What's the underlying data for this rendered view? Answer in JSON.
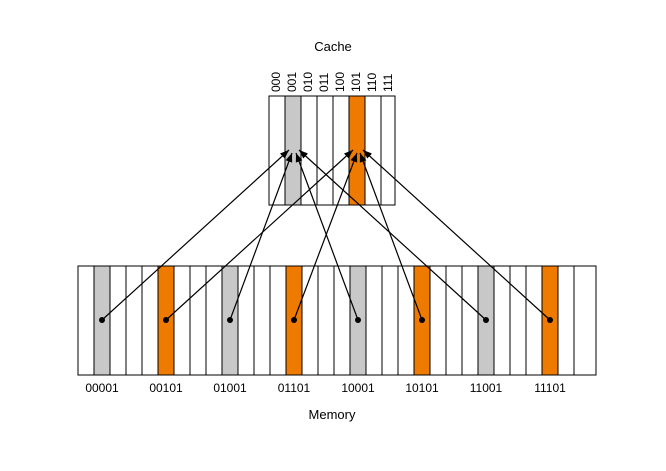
{
  "cache": {
    "title": "Cache",
    "index_labels": [
      "000",
      "001",
      "010",
      "011",
      "100",
      "101",
      "110",
      "111"
    ]
  },
  "memory": {
    "title": "Memory",
    "address_labels": [
      "00001",
      "00101",
      "01001",
      "01101",
      "10001",
      "10101",
      "11001",
      "11101"
    ]
  },
  "colors": {
    "gray_block": "#c8c8c8",
    "orange_block": "#ef7a00",
    "stroke": "#000000",
    "background": "#ffffff"
  }
}
